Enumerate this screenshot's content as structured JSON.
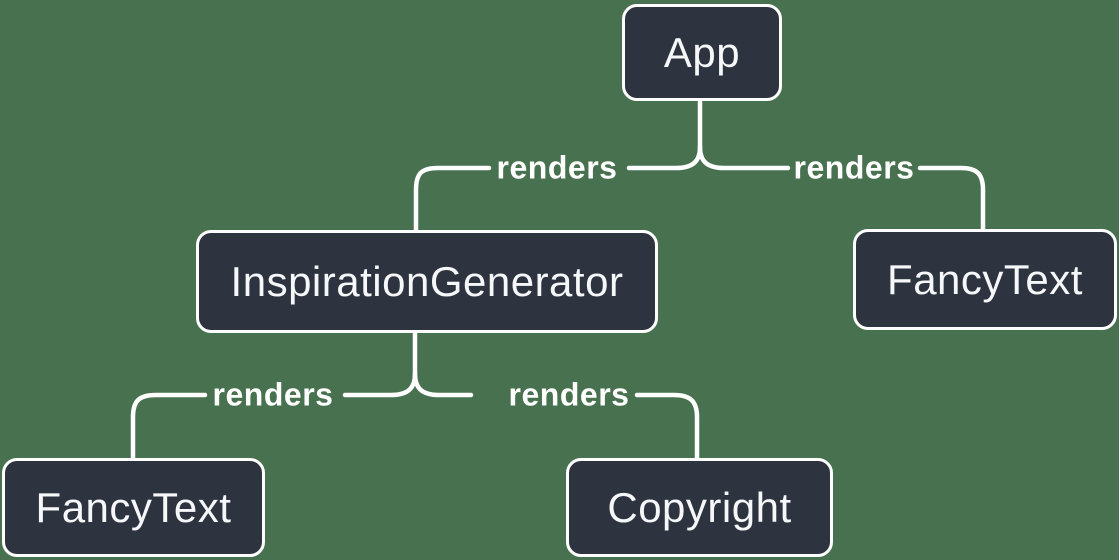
{
  "diagram": {
    "type": "tree",
    "background_color": "#48714F",
    "node_fill_color": "#2D3440",
    "node_border_color": "#FFFFFF",
    "node_text_color": "#F6F7F9",
    "edge_color": "#FFFFFF",
    "nodes": [
      {
        "id": "app",
        "label": "App"
      },
      {
        "id": "inspiration-generator",
        "label": "InspirationGenerator"
      },
      {
        "id": "fancy-text-top",
        "label": "FancyText"
      },
      {
        "id": "fancy-text-bottom",
        "label": "FancyText"
      },
      {
        "id": "copyright",
        "label": "Copyright"
      }
    ],
    "edges": [
      {
        "from": "App",
        "to": "InspirationGenerator",
        "label": "renders"
      },
      {
        "from": "App",
        "to": "FancyText",
        "label": "renders"
      },
      {
        "from": "InspirationGenerator",
        "to": "FancyText",
        "label": "renders"
      },
      {
        "from": "InspirationGenerator",
        "to": "Copyright",
        "label": "renders"
      }
    ]
  }
}
